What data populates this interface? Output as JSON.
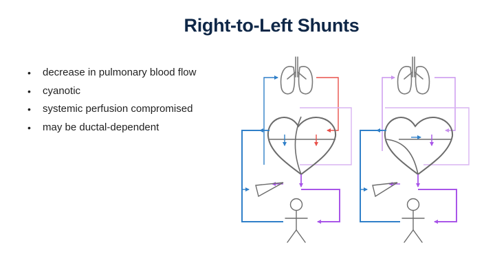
{
  "slide": {
    "title": "Right-to-Left Shunts",
    "bullets": [
      "decrease in pulmonary blood flow",
      "cyanotic",
      "systemic perfusion compromised",
      "may be ductal-dependent"
    ]
  },
  "diagram": {
    "panels": [
      "shunt-diagram-left",
      "shunt-diagram-right"
    ],
    "colors": {
      "deoxygenated": "#2f7fc8",
      "oxygenated": "#e8504a",
      "mixed": "#a855e8",
      "mixed_light": "#d9b4f2",
      "outline": "#6b6b6b"
    }
  }
}
